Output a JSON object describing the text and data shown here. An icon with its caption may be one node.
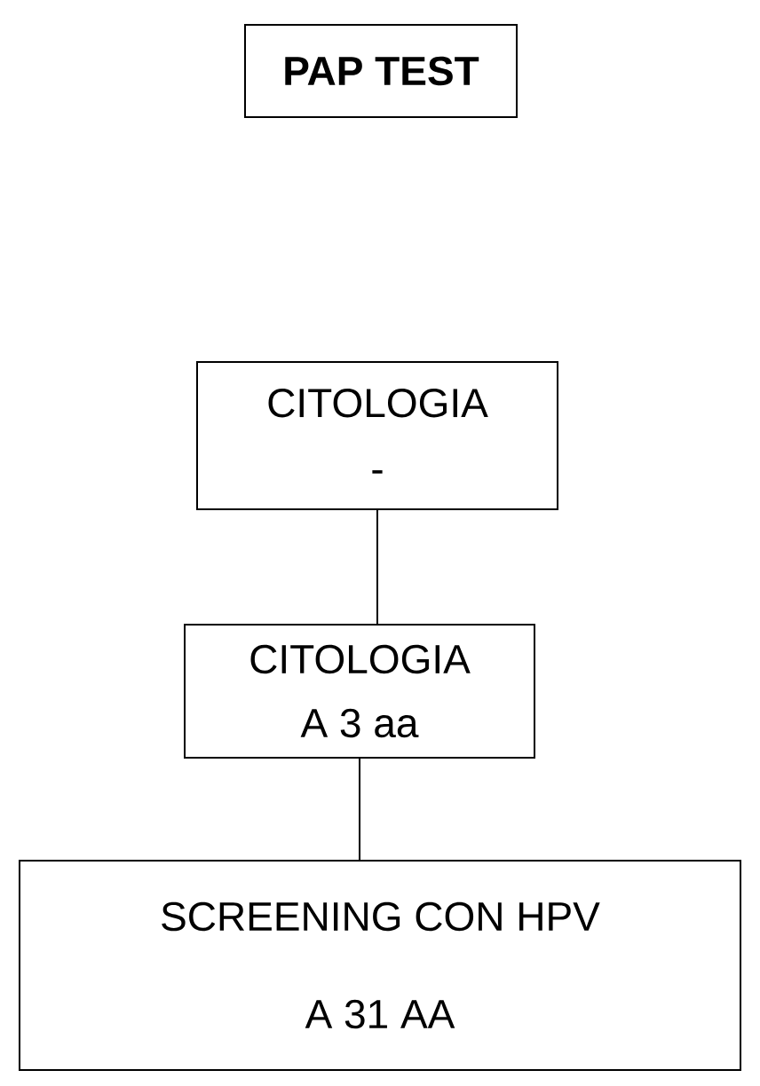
{
  "diagram": {
    "title": "PAP TEST",
    "nodes": [
      {
        "text": [
          "CITOLOGIA",
          "-"
        ]
      },
      {
        "text": [
          "CITOLOGIA",
          "A 3 aa"
        ]
      },
      {
        "text": [
          "SCREENING CON HPV",
          "A 31 AA"
        ]
      }
    ],
    "edges": [
      {
        "from": 0,
        "to": 1,
        "arrow": "none"
      },
      {
        "from": 1,
        "to": 2,
        "arrow": "none"
      }
    ]
  }
}
